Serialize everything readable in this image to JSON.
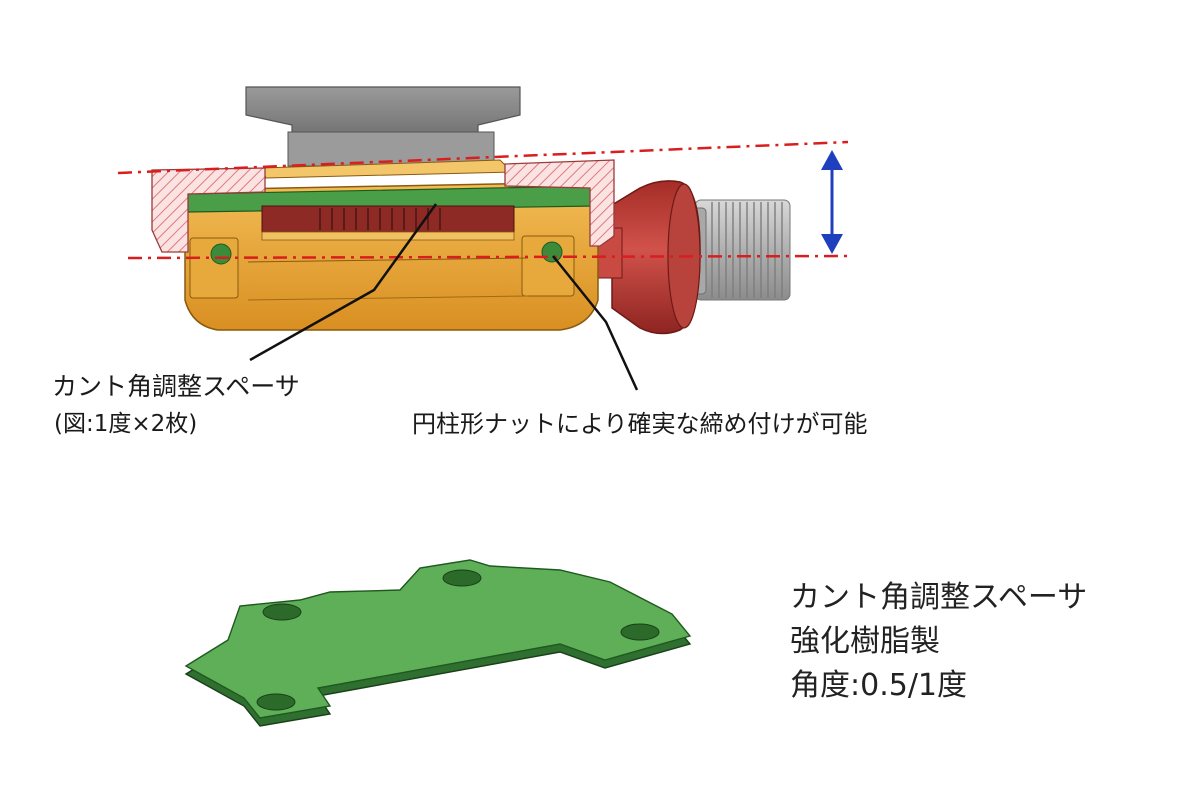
{
  "callouts": {
    "spacer_title": "カント角調整スペーサ",
    "spacer_note": "(図:1度×2枚)",
    "nut": "円柱形ナットにより確実な締め付けが可能"
  },
  "spec": {
    "name": "カント角調整スペーサ",
    "material": "強化樹脂製",
    "angle": "角度:0.5/1度"
  },
  "icons": {
    "measure_arrow": "double-headed-arrow",
    "reference_lines": "dash-dot-line"
  },
  "colors": {
    "body": "#e8a93c",
    "spacer": "#3f8f3f",
    "nut": "#b83a34",
    "thread": "#b9b9b9",
    "top_plate": "#8a8a8a",
    "bracket_hatch": "#e07a7a",
    "reference_line": "#d81e1e",
    "measure_arrow": "#1f3fbf"
  }
}
